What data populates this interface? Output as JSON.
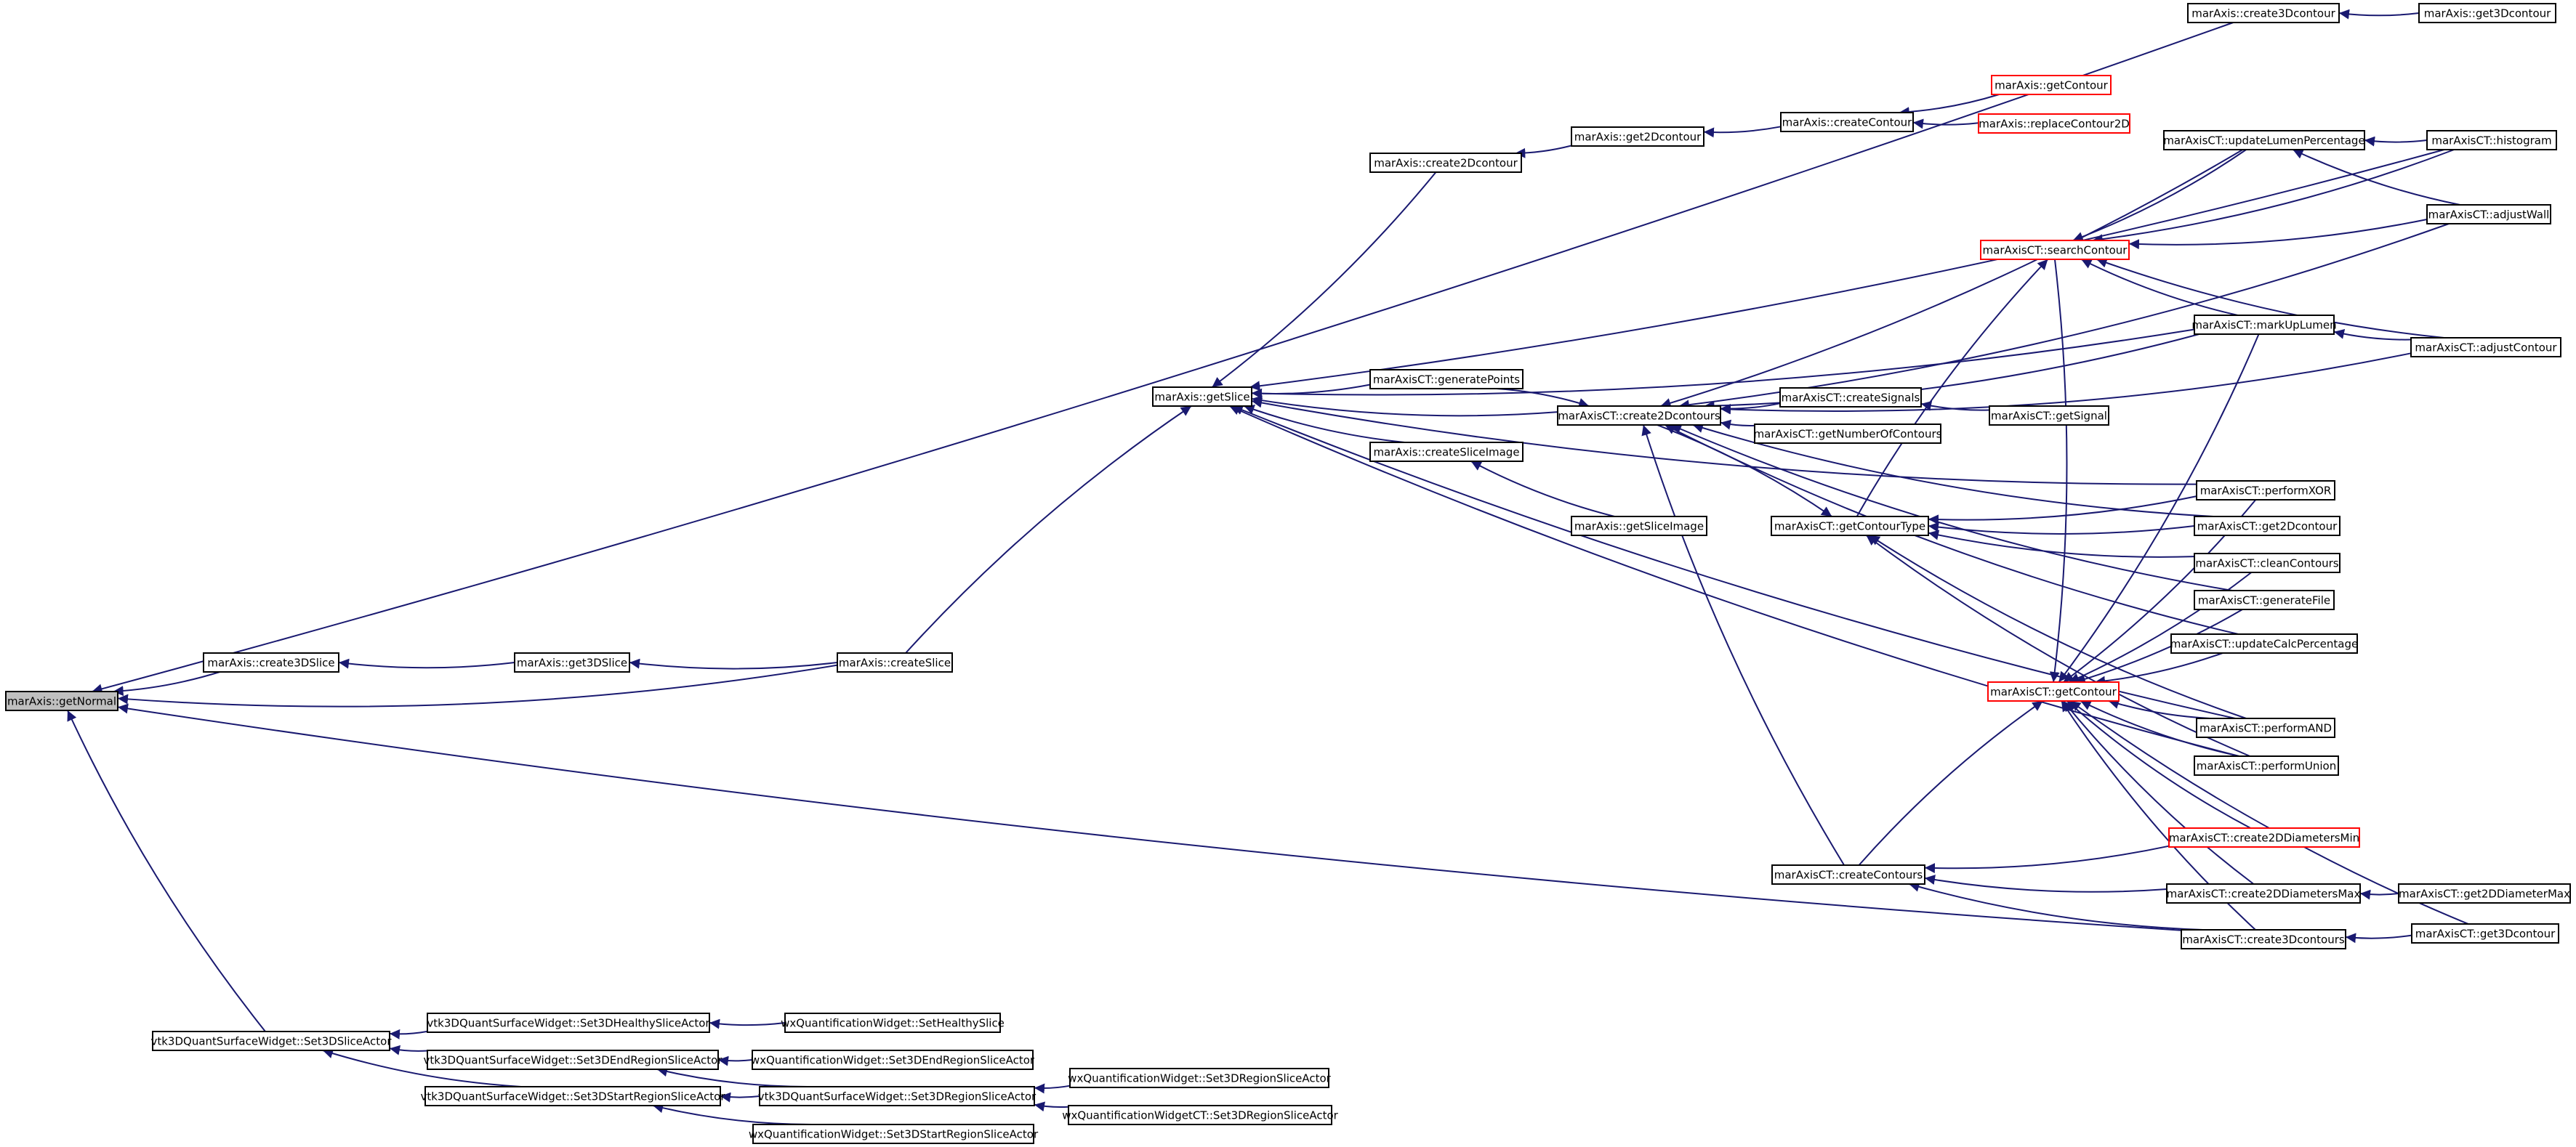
{
  "graph": {
    "nodes": [
      {
        "id": "getNormal",
        "label": "marAxis::getNormal",
        "focus": true
      },
      {
        "id": "create3DSlice",
        "label": "marAxis::create3DSlice"
      },
      {
        "id": "get3DSlice",
        "label": "marAxis::get3DSlice"
      },
      {
        "id": "createSlice",
        "label": "marAxis::createSlice"
      },
      {
        "id": "getSlice",
        "label": "marAxis::getSlice"
      },
      {
        "id": "create2Dcontour",
        "label": "marAxis::create2Dcontour"
      },
      {
        "id": "get2Dcontour",
        "label": "marAxis::get2Dcontour"
      },
      {
        "id": "createContour",
        "label": "marAxis::createContour"
      },
      {
        "id": "getContour",
        "label": "marAxis::getContour",
        "red": true
      },
      {
        "id": "replaceContour2D",
        "label": "marAxis::replaceContour2D",
        "red": true
      },
      {
        "id": "create3Dcontour",
        "label": "marAxis::create3Dcontour"
      },
      {
        "id": "get3Dcontour",
        "label": "marAxis::get3Dcontour"
      },
      {
        "id": "generatePoints",
        "label": "marAxisCT::generatePoints"
      },
      {
        "id": "createSliceImage",
        "label": "marAxis::createSliceImage"
      },
      {
        "id": "getSliceImage",
        "label": "marAxis::getSliceImage"
      },
      {
        "id": "create2Dcontours",
        "label": "marAxisCT::create2Dcontours"
      },
      {
        "id": "createSignals",
        "label": "marAxisCT::createSignals"
      },
      {
        "id": "getSignal",
        "label": "marAxisCT::getSignal"
      },
      {
        "id": "getNumberOfContours",
        "label": "marAxisCT::getNumberOfContours"
      },
      {
        "id": "getContourType",
        "label": "marAxisCT::getContourType"
      },
      {
        "id": "searchContour",
        "label": "marAxisCT::searchContour",
        "red": true
      },
      {
        "id": "updateLumenPercentage",
        "label": "marAxisCT::updateLumenPercentage"
      },
      {
        "id": "histogram",
        "label": "marAxisCT::histogram"
      },
      {
        "id": "adjustWall",
        "label": "marAxisCT::adjustWall"
      },
      {
        "id": "markUpLumen",
        "label": "marAxisCT::markUpLumen"
      },
      {
        "id": "adjustContour",
        "label": "marAxisCT::adjustContour"
      },
      {
        "id": "performXOR",
        "label": "marAxisCT::performXOR"
      },
      {
        "id": "ct_get2Dcontour",
        "label": "marAxisCT::get2Dcontour"
      },
      {
        "id": "cleanContours",
        "label": "marAxisCT::cleanContours"
      },
      {
        "id": "generateFile",
        "label": "marAxisCT::generateFile"
      },
      {
        "id": "updateCalcPercentage",
        "label": "marAxisCT::updateCalcPercentage"
      },
      {
        "id": "ct_getContour",
        "label": "marAxisCT::getContour",
        "red": true
      },
      {
        "id": "performAND",
        "label": "marAxisCT::performAND"
      },
      {
        "id": "performUnion",
        "label": "marAxisCT::performUnion"
      },
      {
        "id": "create2DDiametersMin",
        "label": "marAxisCT::create2DDiametersMin",
        "red": true
      },
      {
        "id": "createContours",
        "label": "marAxisCT::createContours"
      },
      {
        "id": "create2DDiametersMax",
        "label": "marAxisCT::create2DDiametersMax"
      },
      {
        "id": "get2DDiameterMax",
        "label": "marAxisCT::get2DDiameterMax"
      },
      {
        "id": "create3Dcontours",
        "label": "marAxisCT::create3Dcontours"
      },
      {
        "id": "ct_get3Dcontour",
        "label": "marAxisCT::get3Dcontour"
      },
      {
        "id": "set3DSliceActor",
        "label": "vtk3DQuantSurfaceWidget::Set3DSliceActor"
      },
      {
        "id": "set3DHealthySliceActor",
        "label": "vtk3DQuantSurfaceWidget::Set3DHealthySliceActor"
      },
      {
        "id": "setHealthySlice",
        "label": "wxQuantificationWidget::SetHealthySlice"
      },
      {
        "id": "set3DEndRegionSliceActor",
        "label": "vtk3DQuantSurfaceWidget::Set3DEndRegionSliceActor"
      },
      {
        "id": "wx_set3DEndRegionSliceActor",
        "label": "wxQuantificationWidget::Set3DEndRegionSliceActor"
      },
      {
        "id": "set3DStartRegionSliceActor",
        "label": "vtk3DQuantSurfaceWidget::Set3DStartRegionSliceActor"
      },
      {
        "id": "set3DRegionSliceActor",
        "label": "vtk3DQuantSurfaceWidget::Set3DRegionSliceActor"
      },
      {
        "id": "wx_set3DRegionSliceActor",
        "label": "wxQuantificationWidget::Set3DRegionSliceActor"
      },
      {
        "id": "wxct_set3DRegionSliceActor",
        "label": "wxQuantificationWidgetCT::Set3DRegionSliceActor"
      },
      {
        "id": "wx_set3DStartRegionSliceActor",
        "label": "wxQuantificationWidget::Set3DStartRegionSliceActor"
      }
    ],
    "edges": [
      [
        "getNormal",
        "create3DSlice"
      ],
      [
        "getNormal",
        "createSlice"
      ],
      [
        "getNormal",
        "create3Dcontour"
      ],
      [
        "getNormal",
        "create3Dcontours"
      ],
      [
        "getNormal",
        "set3DSliceActor"
      ],
      [
        "create3DSlice",
        "get3DSlice"
      ],
      [
        "get3DSlice",
        "createSlice"
      ],
      [
        "getSlice",
        "createSlice"
      ],
      [
        "getSlice",
        "create2Dcontour"
      ],
      [
        "getSlice",
        "generatePoints"
      ],
      [
        "getSlice",
        "create2Dcontours"
      ],
      [
        "getSlice",
        "createSliceImage"
      ],
      [
        "getSlice",
        "histogram"
      ],
      [
        "getSlice",
        "markUpLumen"
      ],
      [
        "getSlice",
        "performXOR"
      ],
      [
        "getSlice",
        "performAND"
      ],
      [
        "getSlice",
        "performUnion"
      ],
      [
        "create2Dcontour",
        "get2Dcontour"
      ],
      [
        "get2Dcontour",
        "createContour"
      ],
      [
        "createContour",
        "getContour"
      ],
      [
        "createContour",
        "replaceContour2D"
      ],
      [
        "create3Dcontour",
        "get3Dcontour"
      ],
      [
        "createSliceImage",
        "getSliceImage"
      ],
      [
        "create2Dcontours",
        "generatePoints"
      ],
      [
        "create2Dcontours",
        "createSignals"
      ],
      [
        "create2Dcontours",
        "getNumberOfContours"
      ],
      [
        "create2Dcontours",
        "updateLumenPercentage"
      ],
      [
        "create2Dcontours",
        "adjustWall"
      ],
      [
        "create2Dcontours",
        "adjustContour"
      ],
      [
        "create2Dcontours",
        "markUpLumen"
      ],
      [
        "create2Dcontours",
        "ct_get2Dcontour"
      ],
      [
        "create2Dcontours",
        "generateFile"
      ],
      [
        "create2Dcontours",
        "updateCalcPercentage"
      ],
      [
        "create2Dcontours",
        "createContours"
      ],
      [
        "createSignals",
        "getSignal"
      ],
      [
        "getContourType",
        "create2Dcontours"
      ],
      [
        "getContourType",
        "performXOR"
      ],
      [
        "getContourType",
        "ct_get2Dcontour"
      ],
      [
        "getContourType",
        "cleanContours"
      ],
      [
        "getContourType",
        "performAND"
      ],
      [
        "getContourType",
        "performUnion"
      ],
      [
        "searchContour",
        "getContourType"
      ],
      [
        "searchContour",
        "updateLumenPercentage"
      ],
      [
        "searchContour",
        "histogram"
      ],
      [
        "searchContour",
        "adjustWall"
      ],
      [
        "searchContour",
        "markUpLumen"
      ],
      [
        "searchContour",
        "adjustContour"
      ],
      [
        "updateLumenPercentage",
        "histogram"
      ],
      [
        "updateLumenPercentage",
        "adjustWall"
      ],
      [
        "markUpLumen",
        "adjustContour"
      ],
      [
        "ct_getContour",
        "createContours"
      ],
      [
        "ct_getContour",
        "searchContour"
      ],
      [
        "ct_getContour",
        "markUpLumen"
      ],
      [
        "ct_getContour",
        "performXOR"
      ],
      [
        "ct_getContour",
        "cleanContours"
      ],
      [
        "ct_getContour",
        "generateFile"
      ],
      [
        "ct_getContour",
        "updateCalcPercentage"
      ],
      [
        "ct_getContour",
        "performAND"
      ],
      [
        "ct_getContour",
        "performUnion"
      ],
      [
        "ct_getContour",
        "create2DDiametersMin"
      ],
      [
        "ct_getContour",
        "create2DDiametersMax"
      ],
      [
        "ct_getContour",
        "create3Dcontours"
      ],
      [
        "ct_getContour",
        "ct_get3Dcontour"
      ],
      [
        "createContours",
        "create2DDiametersMin"
      ],
      [
        "createContours",
        "create2DDiametersMax"
      ],
      [
        "createContours",
        "create3Dcontours"
      ],
      [
        "create2DDiametersMax",
        "get2DDiameterMax"
      ],
      [
        "create3Dcontours",
        "ct_get3Dcontour"
      ],
      [
        "set3DSliceActor",
        "set3DHealthySliceActor"
      ],
      [
        "set3DSliceActor",
        "set3DEndRegionSliceActor"
      ],
      [
        "set3DSliceActor",
        "set3DStartRegionSliceActor"
      ],
      [
        "set3DHealthySliceActor",
        "setHealthySlice"
      ],
      [
        "set3DEndRegionSliceActor",
        "wx_set3DEndRegionSliceActor"
      ],
      [
        "set3DEndRegionSliceActor",
        "set3DRegionSliceActor"
      ],
      [
        "set3DStartRegionSliceActor",
        "set3DRegionSliceActor"
      ],
      [
        "set3DStartRegionSliceActor",
        "wx_set3DStartRegionSliceActor"
      ],
      [
        "set3DRegionSliceActor",
        "wx_set3DRegionSliceActor"
      ],
      [
        "set3DRegionSliceActor",
        "wxct_set3DRegionSliceActor"
      ]
    ],
    "colors": {
      "edge": "#191970",
      "node_border": "#000000",
      "node_border_highlight": "#ff0000",
      "focus_fill": "#bfbfbf"
    }
  }
}
